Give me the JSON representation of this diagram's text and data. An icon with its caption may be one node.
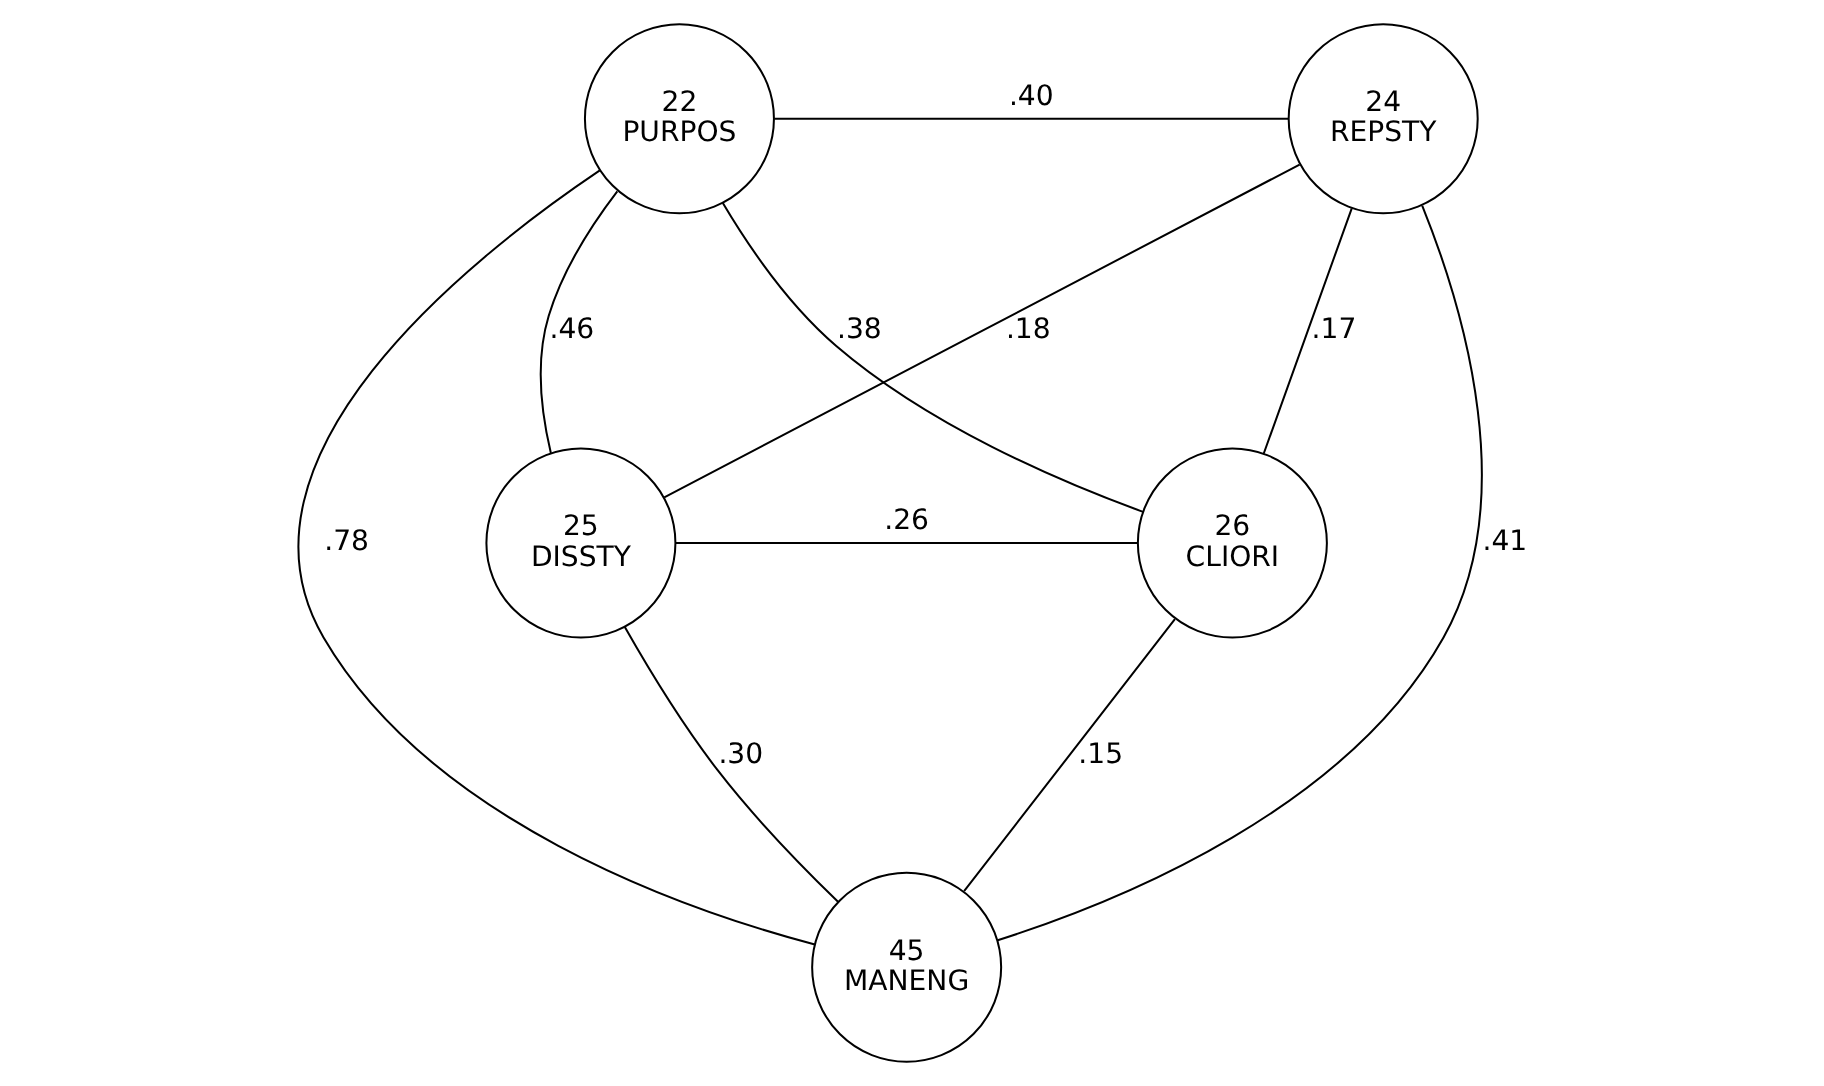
{
  "diagram": {
    "nodes": [
      {
        "text": [
          "22",
          "PURPOS"
        ]
      },
      {
        "text": [
          "24",
          "REPSTY"
        ]
      },
      {
        "text": [
          "45",
          "MANENG"
        ]
      },
      {
        "text": [
          "25",
          "DISSTY"
        ]
      },
      {
        "text": [
          "26",
          "CLIORI"
        ]
      }
    ],
    "edges": [
      {
        "from": 0,
        "to": 1,
        "arrow": "none",
        "label": ".40"
      },
      {
        "from": 0,
        "to": 2,
        "arrow": "none",
        "label": ".78"
      },
      {
        "from": 0,
        "to": 4,
        "arrow": "none",
        "label": ".38"
      },
      {
        "from": 0,
        "to": 3,
        "arrow": "none",
        "label": ".46"
      },
      {
        "from": 1,
        "to": 2,
        "arrow": "none",
        "label": ".41"
      },
      {
        "from": 1,
        "to": 3,
        "arrow": "none",
        "label": ".18"
      },
      {
        "from": 1,
        "to": 4,
        "arrow": "none",
        "label": ".17"
      },
      {
        "from": 3,
        "to": 2,
        "arrow": "none",
        "label": ".30"
      },
      {
        "from": 3,
        "to": 4,
        "arrow": "none",
        "label": ".26"
      },
      {
        "from": 4,
        "to": 2,
        "arrow": "none",
        "label": ".15"
      }
    ]
  }
}
